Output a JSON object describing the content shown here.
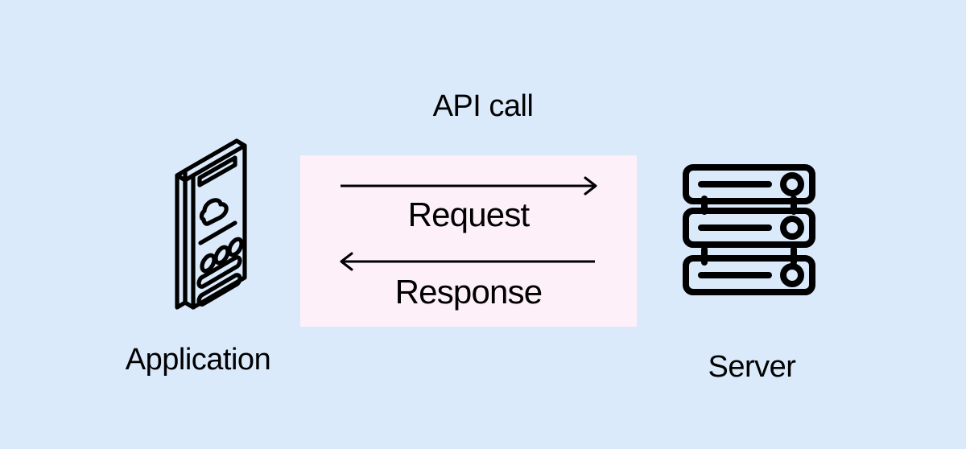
{
  "diagram": {
    "title": "API call",
    "background_color": "#daeafb",
    "panel_color": "#fdf0f9",
    "stroke_color": "#000000",
    "nodes": [
      {
        "id": "application",
        "label": "Application",
        "icon": "smartphone-isometric-icon"
      },
      {
        "id": "server",
        "label": "Server",
        "icon": "server-stack-icon"
      }
    ],
    "flows": [
      {
        "id": "request",
        "label": "Request",
        "direction": "left-to-right",
        "from": "application",
        "to": "server"
      },
      {
        "id": "response",
        "label": "Response",
        "direction": "right-to-left",
        "from": "server",
        "to": "application"
      }
    ]
  },
  "labels": {
    "title": "API call",
    "application": "Application",
    "server": "Server",
    "request": "Request",
    "response": "Response"
  }
}
